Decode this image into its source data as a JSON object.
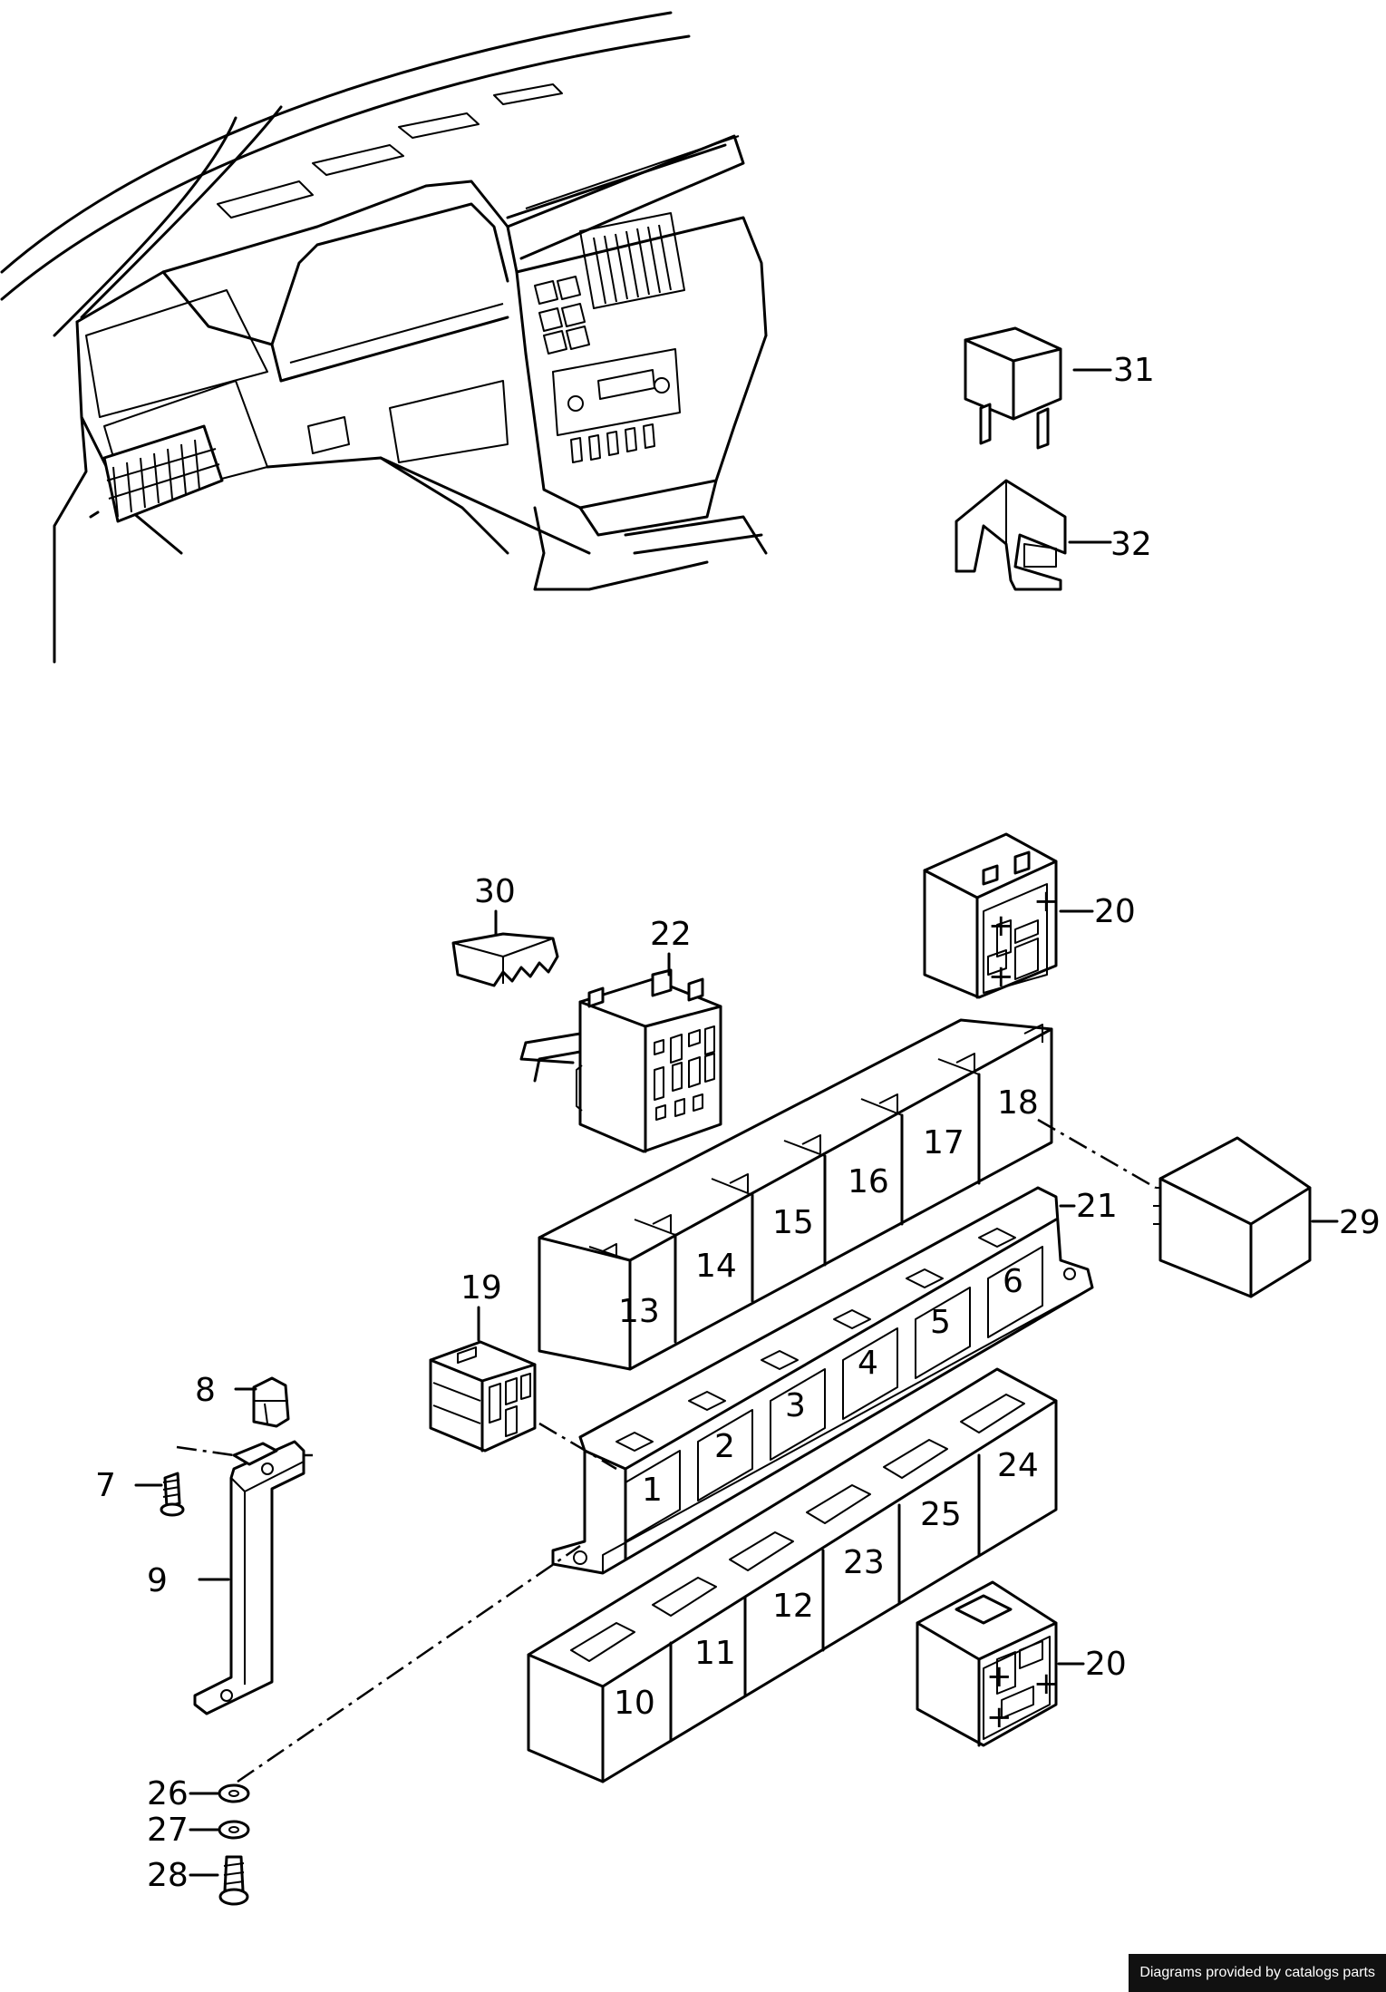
{
  "callouts": [
    {
      "id": "c31",
      "label": "31"
    },
    {
      "id": "c32",
      "label": "32"
    },
    {
      "id": "c30",
      "label": "30"
    },
    {
      "id": "c22",
      "label": "22"
    },
    {
      "id": "c20a",
      "label": "20"
    },
    {
      "id": "c18",
      "label": "18"
    },
    {
      "id": "c17",
      "label": "17"
    },
    {
      "id": "c16",
      "label": "16"
    },
    {
      "id": "c15",
      "label": "15"
    },
    {
      "id": "c14",
      "label": "14"
    },
    {
      "id": "c13",
      "label": "13"
    },
    {
      "id": "c21",
      "label": "21"
    },
    {
      "id": "c29",
      "label": "29"
    },
    {
      "id": "c19",
      "label": "19"
    },
    {
      "id": "c6",
      "label": "6"
    },
    {
      "id": "c5",
      "label": "5"
    },
    {
      "id": "c4",
      "label": "4"
    },
    {
      "id": "c3",
      "label": "3"
    },
    {
      "id": "c2",
      "label": "2"
    },
    {
      "id": "c1",
      "label": "1"
    },
    {
      "id": "c24",
      "label": "24"
    },
    {
      "id": "c25",
      "label": "25"
    },
    {
      "id": "c23",
      "label": "23"
    },
    {
      "id": "c12",
      "label": "12"
    },
    {
      "id": "c11",
      "label": "11"
    },
    {
      "id": "c10",
      "label": "10"
    },
    {
      "id": "c9",
      "label": "9"
    },
    {
      "id": "c8",
      "label": "8"
    },
    {
      "id": "c7",
      "label": "7"
    },
    {
      "id": "c20b",
      "label": "20"
    },
    {
      "id": "c26",
      "label": "26"
    },
    {
      "id": "c27",
      "label": "27"
    },
    {
      "id": "c28",
      "label": "28"
    }
  ],
  "credit": "Diagrams provided by catalogs parts"
}
